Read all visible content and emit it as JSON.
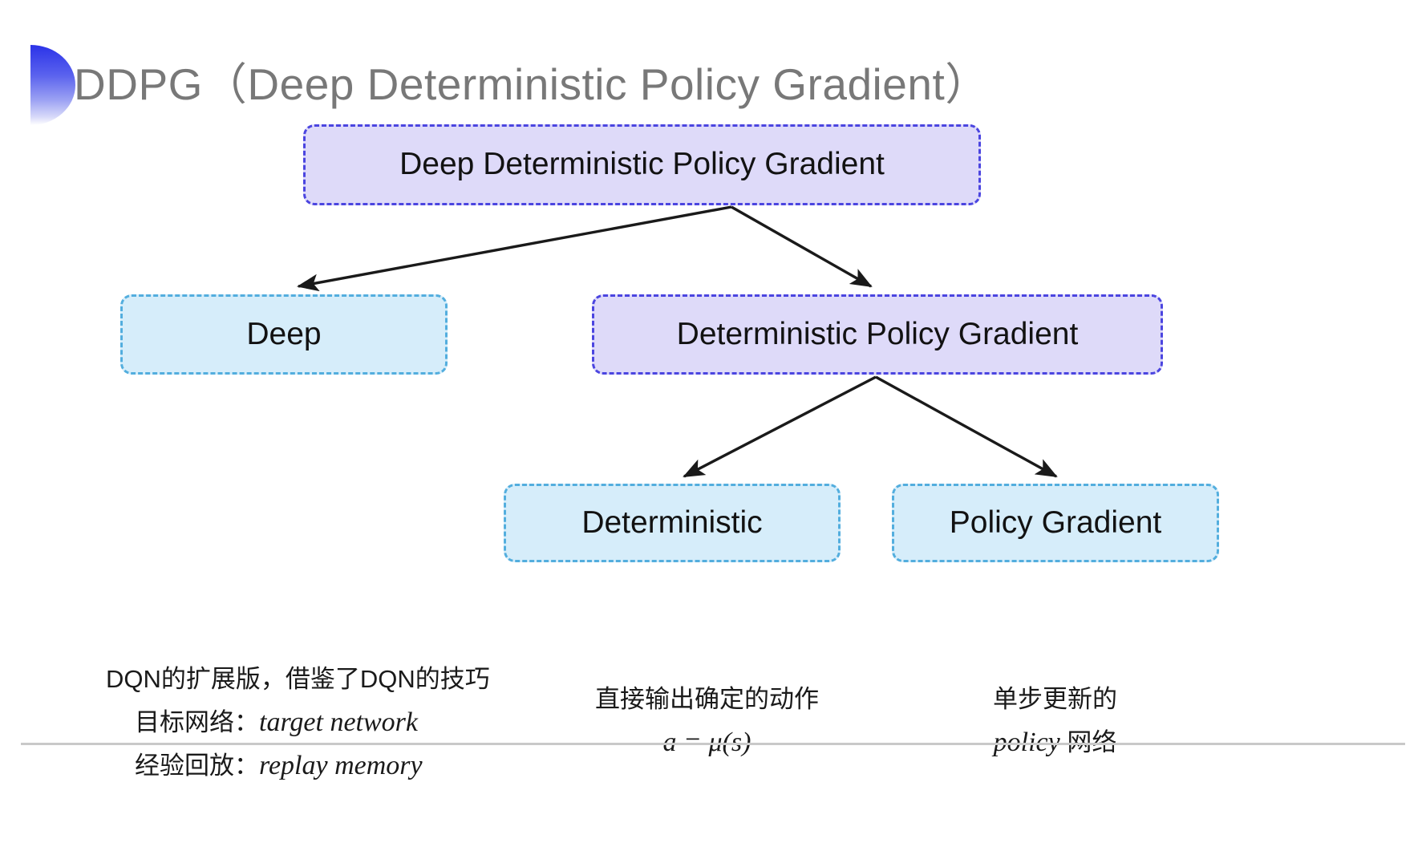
{
  "slide": {
    "title": "DDPG（Deep Deterministic Policy Gradient）",
    "background_color": "#ffffff",
    "title_color": "#787878",
    "bullet_accent_color": "#2b33e8"
  },
  "colors": {
    "purple_fill": "#dedaf9",
    "purple_border": "#4b45e0",
    "blue_fill": "#d6edfa",
    "blue_border": "#53aede",
    "arrow_color": "#1a1a1a",
    "rule_color": "#c9c9c9"
  },
  "diagram": {
    "nodes": [
      {
        "id": "root",
        "label": "Deep Deterministic Policy Gradient",
        "style": "purple"
      },
      {
        "id": "deep",
        "label": "Deep",
        "style": "blue"
      },
      {
        "id": "dpg",
        "label": "Deterministic Policy Gradient",
        "style": "purple"
      },
      {
        "id": "det",
        "label": "Deterministic",
        "style": "blue"
      },
      {
        "id": "pg",
        "label": "Policy Gradient",
        "style": "blue"
      }
    ],
    "edges": [
      {
        "from": "root",
        "to": "deep"
      },
      {
        "from": "root",
        "to": "dpg"
      },
      {
        "from": "dpg",
        "to": "det"
      },
      {
        "from": "dpg",
        "to": "pg"
      }
    ]
  },
  "captions": {
    "deep": {
      "line1": "DQN的扩展版，借鉴了DQN的技巧",
      "line2_label": "目标网络：",
      "line2_value": "target network",
      "line3_label": "经验回放：",
      "line3_value": "replay memory"
    },
    "deterministic": {
      "line1": "直接输出确定的动作",
      "line2": "a = μ(s)"
    },
    "policy_gradient": {
      "line1": "单步更新的",
      "line2_value": "policy",
      "line2_suffix": " 网络"
    }
  }
}
